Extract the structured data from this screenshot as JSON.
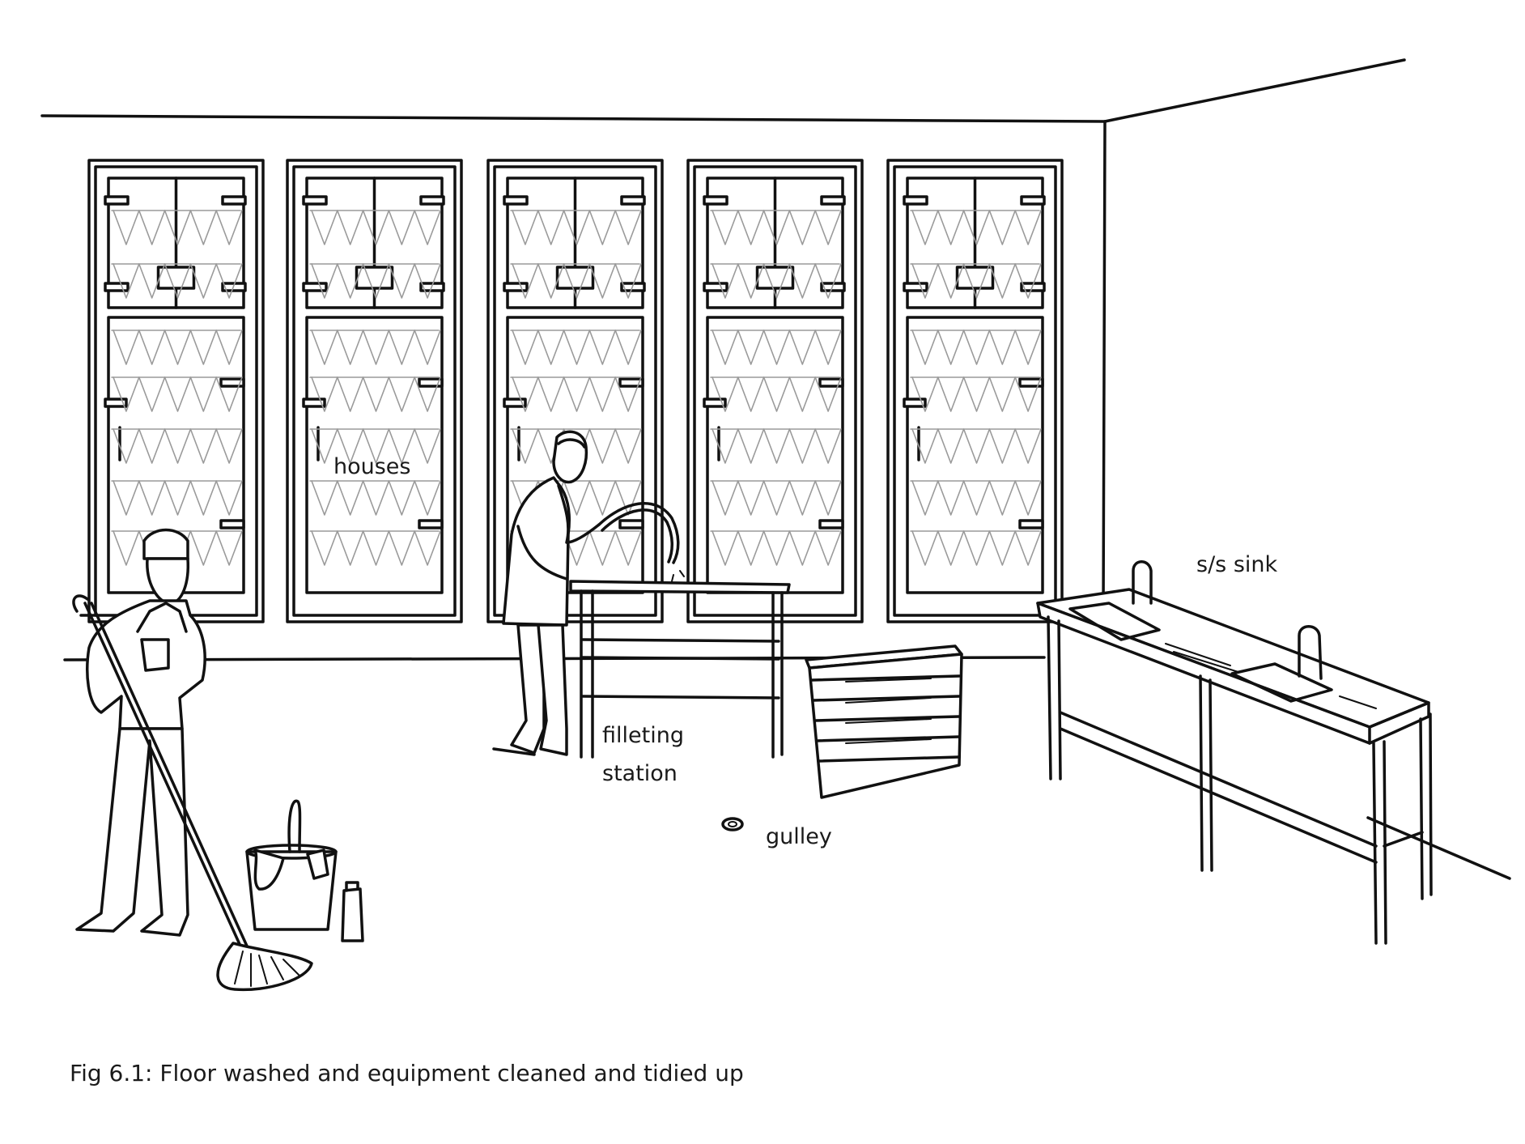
{
  "labels": {
    "houses": "houses",
    "sink": "s/s sink",
    "filleting_line1": "filleting",
    "filleting_line2": "station",
    "gulley": "gulley"
  },
  "caption": "Fig 6.1: Floor washed and equipment cleaned and tidied up",
  "colors": {
    "ink": "#111111",
    "fish": "#9a9a9a",
    "background": "#ffffff"
  }
}
